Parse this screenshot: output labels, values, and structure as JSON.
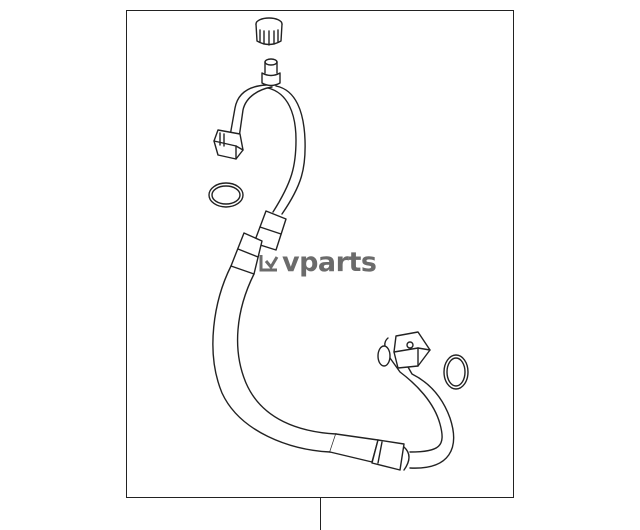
{
  "watermark": {
    "brand": "vparts",
    "logo_icon": "lv-chevron-logo"
  },
  "diagram": {
    "parts": [
      "ac-hose-assembly",
      "cap",
      "o-ring-upper",
      "o-ring-lower"
    ],
    "line_color": "#222222",
    "watermark_color": "#6b6b6b"
  }
}
